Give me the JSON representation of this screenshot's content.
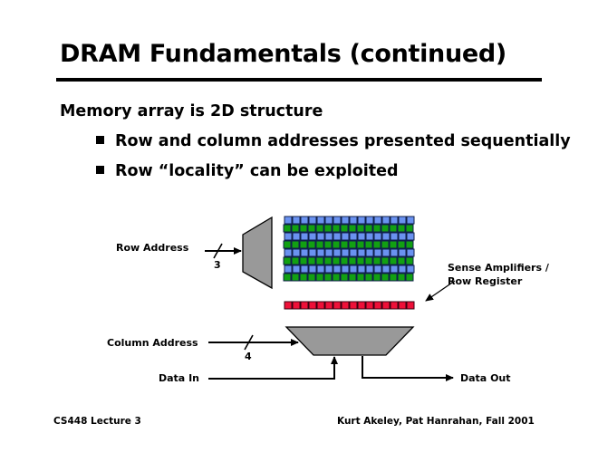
{
  "slide": {
    "title": "DRAM Fundamentals (continued)",
    "main_point": "Memory array is 2D structure",
    "bullets": [
      "Row and column addresses presented sequentially",
      "Row “locality” can be exploited"
    ]
  },
  "diagram": {
    "row_address_label": "Row Address",
    "row_address_width": "3",
    "column_address_label": "Column Address",
    "column_address_width": "4",
    "data_in_label": "Data In",
    "data_out_label": "Data Out",
    "sense_amp_label_line1": "Sense Amplifiers /",
    "sense_amp_label_line2": "Row Register",
    "array": {
      "rows": 8,
      "columns": 16,
      "row_colors": [
        "#6a92f0",
        "#12a012",
        "#6a92f0",
        "#12a012",
        "#6a92f0",
        "#12a012",
        "#6a92f0",
        "#12a012"
      ],
      "register_color": "#ee1038",
      "register_cells": 16
    },
    "decoder_fill": "#999999"
  },
  "footer": {
    "left": "CS448 Lecture 3",
    "right": "Kurt Akeley, Pat Hanrahan, Fall 2001"
  }
}
